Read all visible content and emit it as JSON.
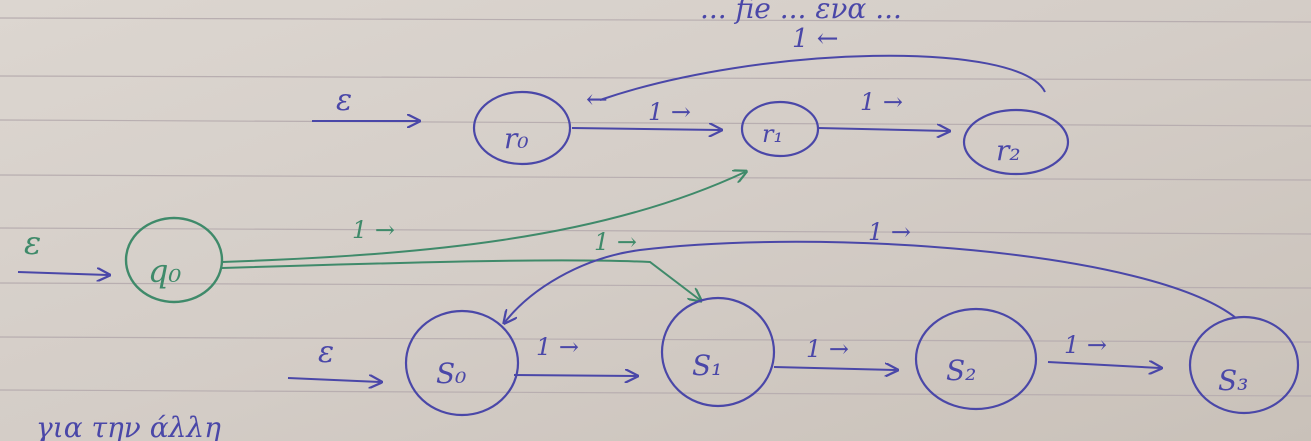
{
  "top_partial_text": "... fie ... ενα ...",
  "top_label": "1 ←",
  "nfa_r": {
    "epsilon": "ε",
    "states": [
      "r₀",
      "r₁",
      "r₂"
    ],
    "edges": [
      "1 →",
      "1 →"
    ],
    "back_edge": "←"
  },
  "start": {
    "epsilon": "ε",
    "state": "q₀",
    "edge_to_r1": "1 →",
    "edge_to_s1": "1 →"
  },
  "nfa_s": {
    "epsilon": "ε",
    "states": [
      "S₀",
      "S₁",
      "S₂",
      "S₃"
    ],
    "edges": [
      "1 →",
      "1 →",
      "1 →"
    ],
    "back_edge": "1 →"
  },
  "bottom_text": "για την άλλη"
}
